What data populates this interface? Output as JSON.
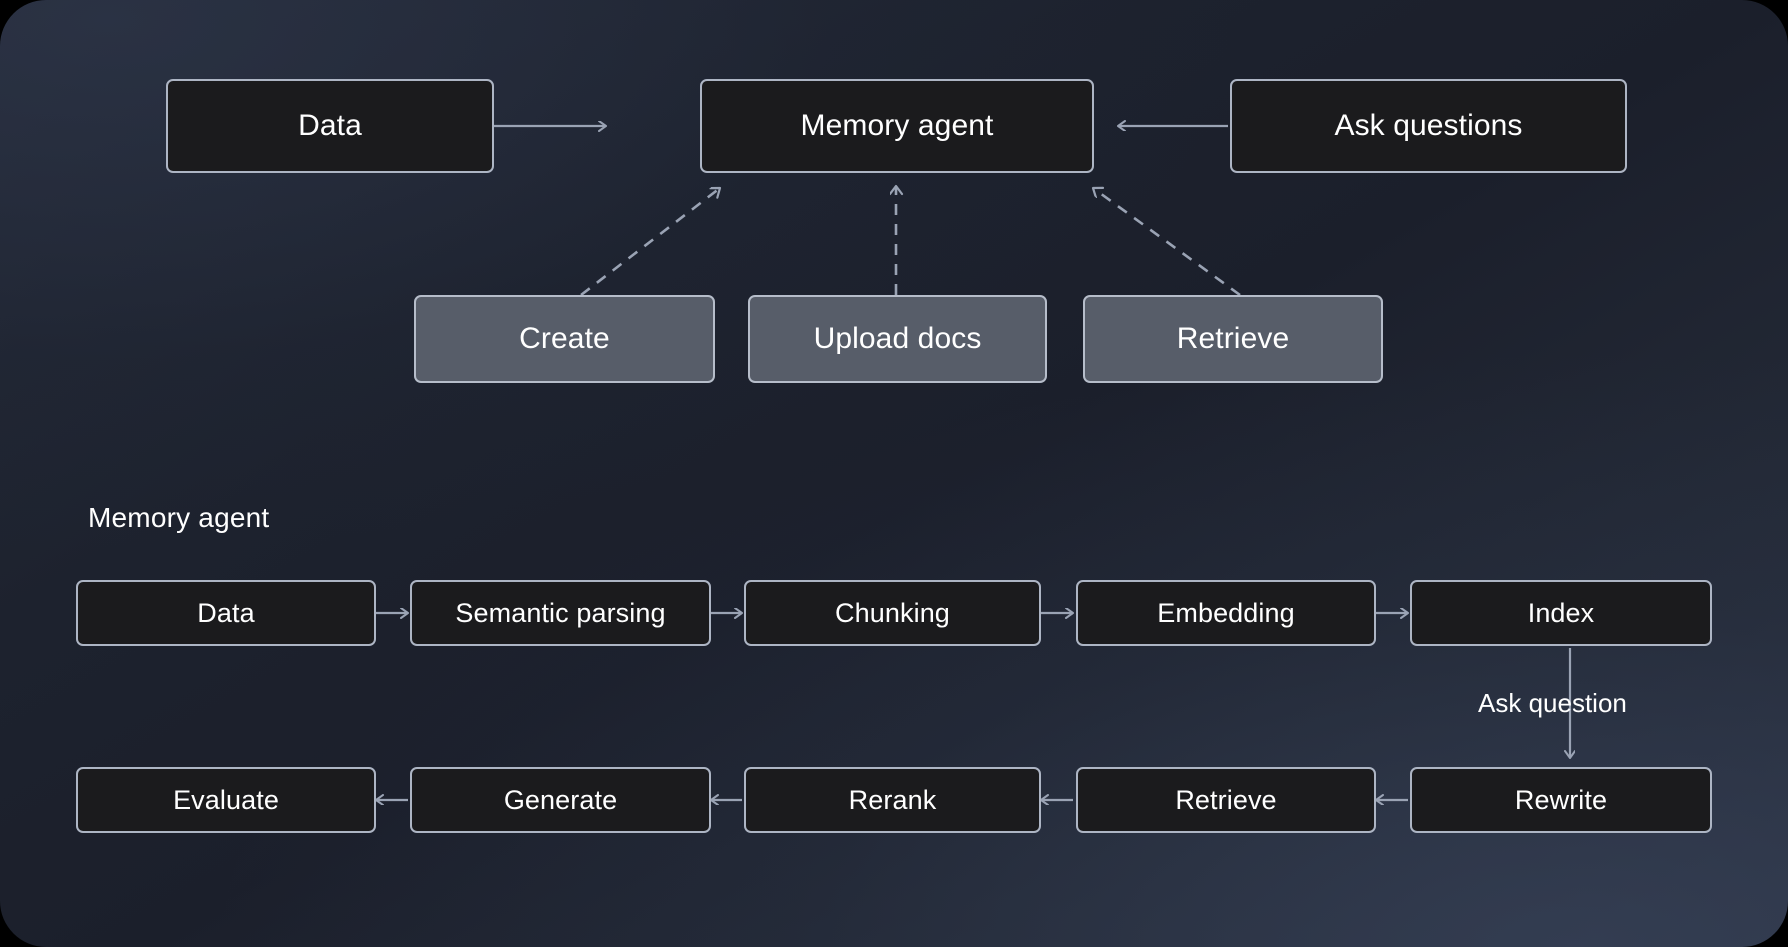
{
  "diagram": {
    "background_color": "#1d222e",
    "node_fill_dark": "#1b1b1d",
    "node_fill_grey": "#575d69",
    "node_border_color": "#adb5c4",
    "edge_color": "#9aa3b4",
    "text_color": "#ffffff"
  },
  "top_flow": {
    "nodes": [
      {
        "id": "data",
        "label": "Data",
        "style": "dark"
      },
      {
        "id": "memory_agent",
        "label": "Memory agent",
        "style": "dark"
      },
      {
        "id": "ask_questions",
        "label": "Ask questions",
        "style": "dark"
      }
    ],
    "tools": [
      {
        "id": "create",
        "label": "Create",
        "style": "grey"
      },
      {
        "id": "upload_docs",
        "label": "Upload docs",
        "style": "grey"
      },
      {
        "id": "retrieve_tool",
        "label": "Retrieve",
        "style": "grey"
      }
    ],
    "edges": [
      {
        "from": "data",
        "to": "memory_agent",
        "style": "solid",
        "direction": "right"
      },
      {
        "from": "ask_questions",
        "to": "memory_agent",
        "style": "solid",
        "direction": "left"
      },
      {
        "from": "create",
        "to": "memory_agent",
        "style": "dashed",
        "direction": "up-right"
      },
      {
        "from": "upload_docs",
        "to": "memory_agent",
        "style": "dashed",
        "direction": "up"
      },
      {
        "from": "retrieve_tool",
        "to": "memory_agent",
        "style": "dashed",
        "direction": "up-left"
      }
    ]
  },
  "pipeline": {
    "title": "Memory agent",
    "row_one": [
      {
        "id": "data2",
        "label": "Data"
      },
      {
        "id": "semantic_parsing",
        "label": "Semantic parsing"
      },
      {
        "id": "chunking",
        "label": "Chunking"
      },
      {
        "id": "embedding",
        "label": "Embedding"
      },
      {
        "id": "index",
        "label": "Index"
      }
    ],
    "row_two": [
      {
        "id": "evaluate",
        "label": "Evaluate"
      },
      {
        "id": "generate",
        "label": "Generate"
      },
      {
        "id": "rerank",
        "label": "Rerank"
      },
      {
        "id": "retrieve",
        "label": "Retrieve"
      },
      {
        "id": "rewrite",
        "label": "Rewrite"
      }
    ],
    "connector_label": "Ask question",
    "row_one_direction": "left-to-right",
    "row_two_direction": "right-to-left"
  }
}
